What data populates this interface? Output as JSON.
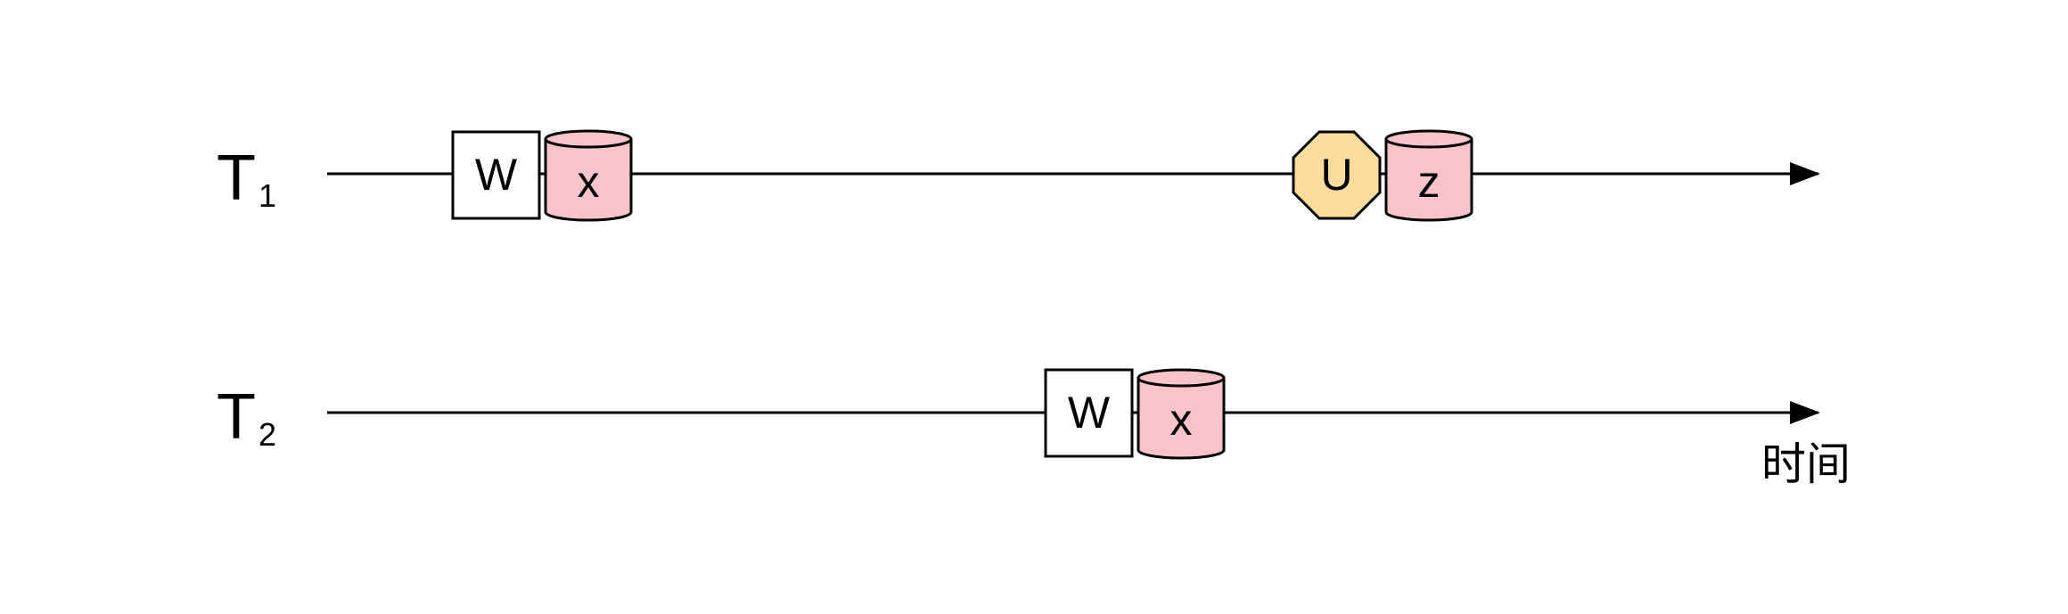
{
  "diagram": {
    "timelines": [
      {
        "name": "T",
        "subscript": "1",
        "ops": [
          {
            "kind": "write",
            "label": "W"
          },
          {
            "kind": "item",
            "label": "x"
          },
          {
            "kind": "unlock",
            "label": "U"
          },
          {
            "kind": "item",
            "label": "z"
          }
        ]
      },
      {
        "name": "T",
        "subscript": "2",
        "ops": [
          {
            "kind": "write",
            "label": "W"
          },
          {
            "kind": "item",
            "label": "x"
          }
        ]
      }
    ],
    "time_axis_label": "时间"
  },
  "colors": {
    "line": "#000000",
    "write_fill": "#ffffff",
    "item_fill": "#f8c4c9",
    "unlock_fill": "#fddc9c"
  }
}
